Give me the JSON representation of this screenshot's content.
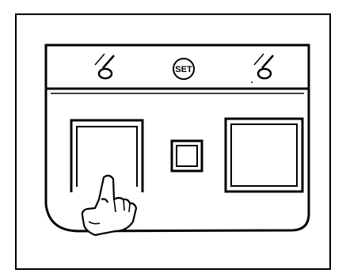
{
  "figure": {
    "outer_frame": "frame",
    "control_panel": {
      "header_bar": {
        "left_icon": "knob-left-icon",
        "center_button": {
          "label": "SET",
          "icon": "set-button-icon"
        },
        "right_icon": "knob-right-icon"
      },
      "left_slot": "open-slot-with-pointing-hand",
      "center_indicator": "square-indicator",
      "right_slot": "closed-double-frame-slot",
      "hand_icon": "pointing-hand-icon"
    },
    "colors": {
      "ink": "#000000",
      "paper": "#ffffff"
    }
  }
}
